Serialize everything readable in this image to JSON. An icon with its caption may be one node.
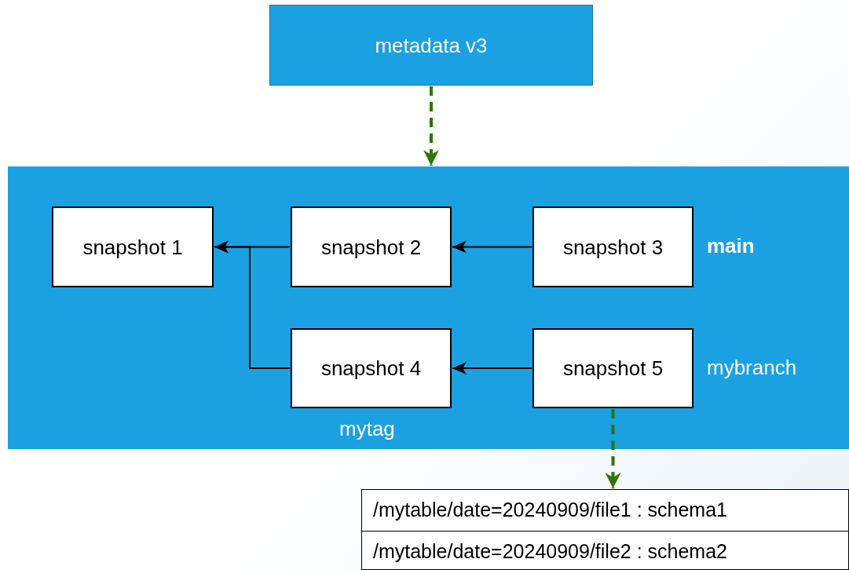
{
  "diagram": {
    "nodes": [
      {
        "text": [
          "metadata v3"
        ]
      },
      {
        "text": [],
        "shape": "box"
      },
      {
        "text": [
          "snapshot 1"
        ],
        "in": 1
      },
      {
        "text": [
          "snapshot 2"
        ],
        "in": 1
      },
      {
        "text": [
          "snapshot 3",
          "main"
        ],
        "in": 1
      },
      {
        "text": [
          "snapshot 4",
          "mytag"
        ],
        "in": 1
      },
      {
        "text": [
          "snapshot 5",
          "mybranch"
        ],
        "in": 1
      },
      {
        "text": [
          "/mytable/date=20240909/file1 : schema1",
          "/mytable/date=20240909/file2 : schema2"
        ]
      }
    ],
    "edges": [
      {
        "from": 0,
        "to": 1,
        "arrow": "to",
        "style": "dashed",
        "color": "#2d7600"
      },
      {
        "from": 3,
        "to": 2,
        "arrow": "to"
      },
      {
        "from": 4,
        "to": 3,
        "arrow": "to"
      },
      {
        "from": 5,
        "to": 2,
        "arrow": "to"
      },
      {
        "from": 6,
        "to": 5,
        "arrow": "to"
      },
      {
        "from": 6,
        "to": 7,
        "arrow": "to",
        "style": "dashed",
        "color": "#2d7600"
      }
    ]
  }
}
